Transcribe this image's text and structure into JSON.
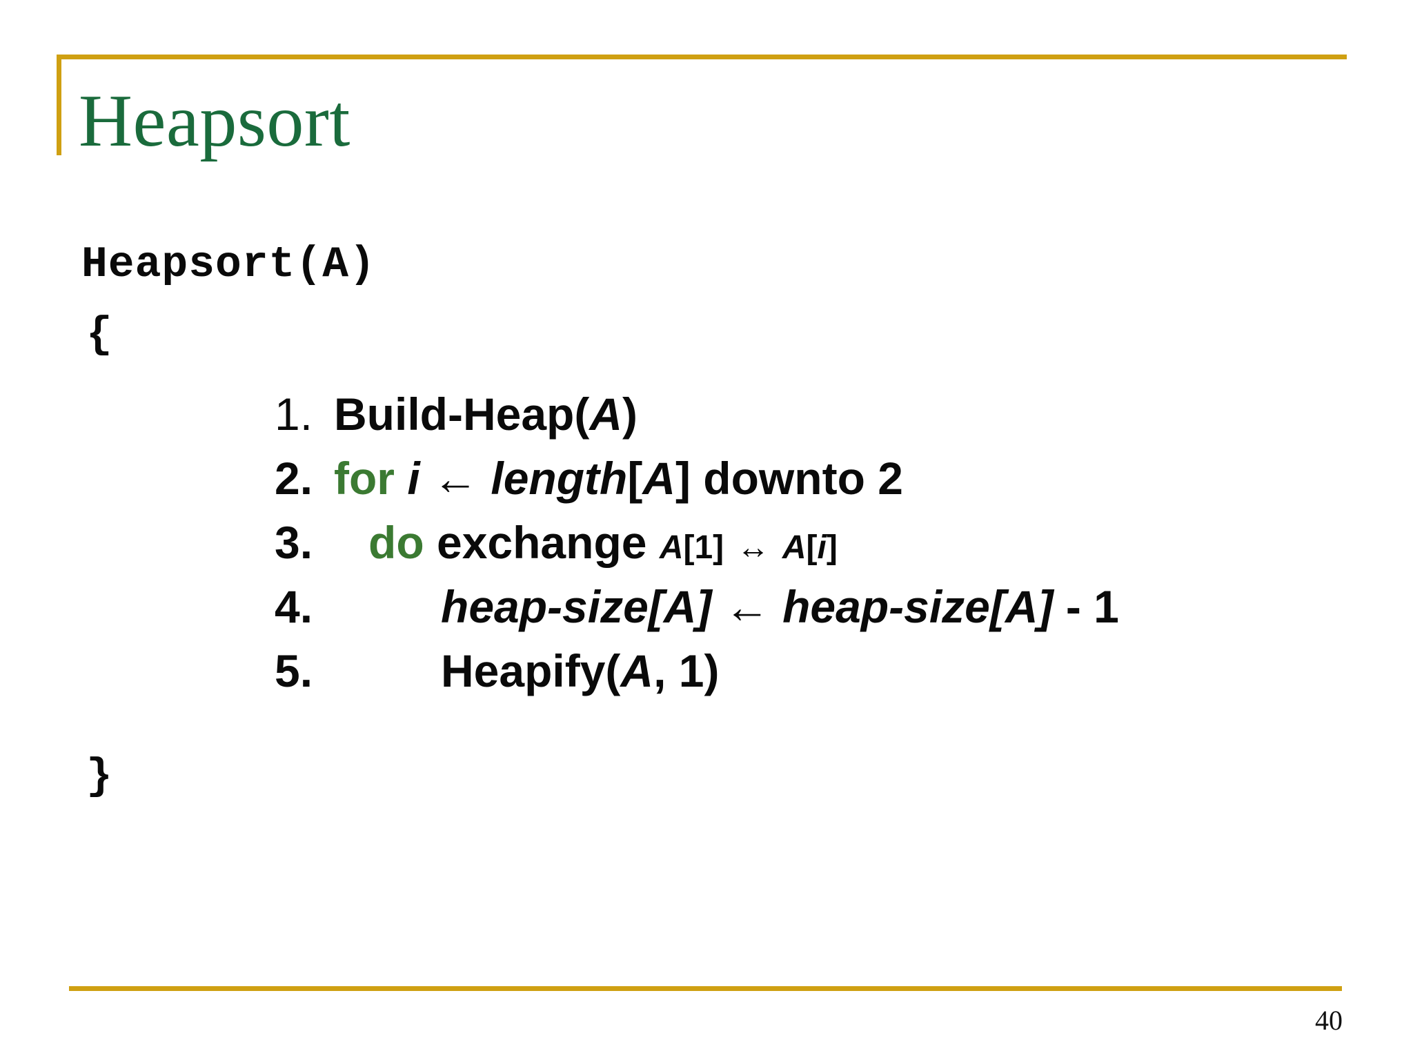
{
  "slide": {
    "title": "Heapsort",
    "page_number": "40",
    "colors": {
      "title_green": "#1A6B3C",
      "keyword_green": "#3B7A32",
      "rule_gold": "#CFA012",
      "body_black": "#0A0A0A",
      "background": "#FFFFFF"
    }
  },
  "code": {
    "signature": "Heapsort(A)",
    "open_brace": "{",
    "close_brace": "}",
    "steps": [
      {
        "number": "1.",
        "indent": "",
        "keyword": "",
        "text": "Build-Heap(",
        "arg_italic": "A",
        "tail": ")",
        "full_text": "1. Build-Heap(A)"
      },
      {
        "number": "2.",
        "indent": "",
        "keyword": "for",
        "var_italic": "i",
        "arrow": "←",
        "expr_italic": "length",
        "bracket_open": "[",
        "array_italic": "A",
        "bracket_close": "]",
        "tail": " downto 2",
        "full_text": "2. for i ← length[A] downto 2"
      },
      {
        "number": "3.",
        "keyword": "do",
        "text": "exchange",
        "small_left_array": "A",
        "small_left_index": "[1]",
        "swap_arrow": "↔",
        "small_right_array": "A",
        "small_right_bracket_open": "[",
        "small_right_index_italic": "i",
        "small_right_bracket_close": "]",
        "full_text": "3. do exchange A[1] ↔ A[i]"
      },
      {
        "number": "4.",
        "lhs_italic": "heap-size",
        "lhs_bracket_open": "[",
        "lhs_array_italic": "A",
        "lhs_bracket_close": "]",
        "arrow": "←",
        "rhs_italic": "heap-size",
        "rhs_bracket_open": "[",
        "rhs_array_italic": "A",
        "rhs_bracket_close": "]",
        "tail": " - 1",
        "full_text": "4. heap-size[A] ← heap-size[A] - 1"
      },
      {
        "number": "5.",
        "text": "Heapify(",
        "arg_italic": "A",
        "tail": ", 1)",
        "full_text": "5. Heapify(A, 1)"
      }
    ]
  }
}
